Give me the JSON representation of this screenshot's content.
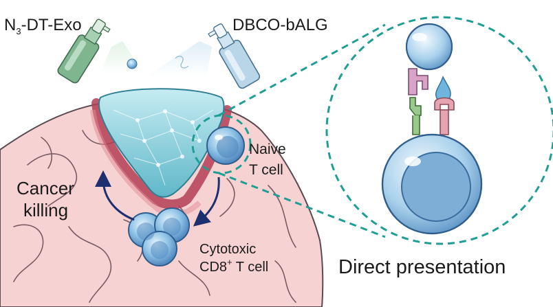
{
  "labels": {
    "n3_prefix": "N",
    "n3_sub": "3",
    "n3_rest": "-DT-Exo",
    "dbco": "DBCO-bALG",
    "naive": "Naive",
    "t_cell": "T cell",
    "cancer": "Cancer",
    "killing": "killing",
    "cytotoxic": "Cytotoxic",
    "cd8_prefix": "CD8",
    "cd8_sup": "+",
    "cd8_rest": " T cell",
    "direct_presentation": "Direct presentation"
  },
  "colors": {
    "brain_fill": "#f6d3d2",
    "brain_outline": "#5a4a52",
    "hydrogel": "#8fd3e0",
    "tumor_rim": "#b33d55",
    "dashed_teal": "#1f9e95",
    "cell_blue": "#6fa8d6",
    "arrow_navy": "#1d2f6f",
    "spray_green": "#7fb58f",
    "spray_blue": "#b9d6e8"
  },
  "icons": [
    "spray-bottle-icon",
    "hydrogel-icon",
    "t-cell-icon",
    "exosome-icon",
    "receptor-icon"
  ]
}
